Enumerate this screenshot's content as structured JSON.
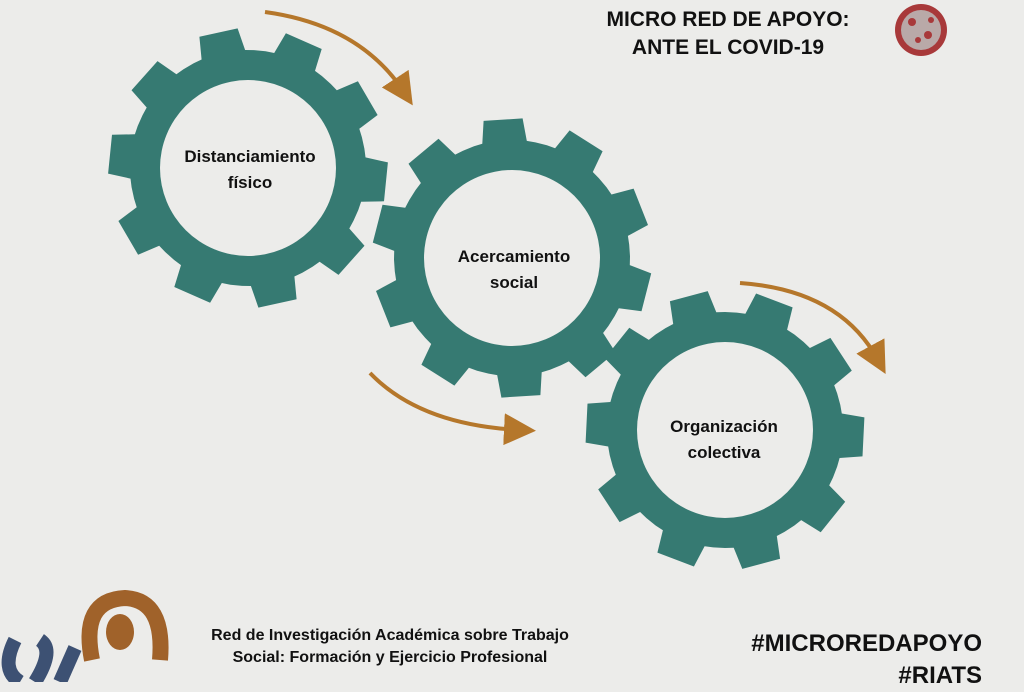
{
  "header": {
    "title_line1": "MICRO RED DE APOYO:",
    "title_line2": "ANTE EL COVID-19",
    "icon": "coronavirus-icon"
  },
  "gears": [
    {
      "line1": "Distanciamiento",
      "line2": "físico"
    },
    {
      "line1": "Acercamiento",
      "line2": "social"
    },
    {
      "line1": "Organización",
      "line2": "colectiva"
    }
  ],
  "footer": {
    "org_line1": "Red de Investigación Académica sobre Trabajo",
    "org_line2": "Social: Formación y Ejercicio Profesional",
    "hashtag1": "#MICROREDAPOYO",
    "hashtag2": "#RIATS"
  },
  "colors": {
    "gear": "#367a72",
    "arrow": "#b5772b",
    "background": "#ececea",
    "logo_blue": "#3d5173",
    "logo_brown": "#a0622a",
    "virus": "#a8393a"
  }
}
